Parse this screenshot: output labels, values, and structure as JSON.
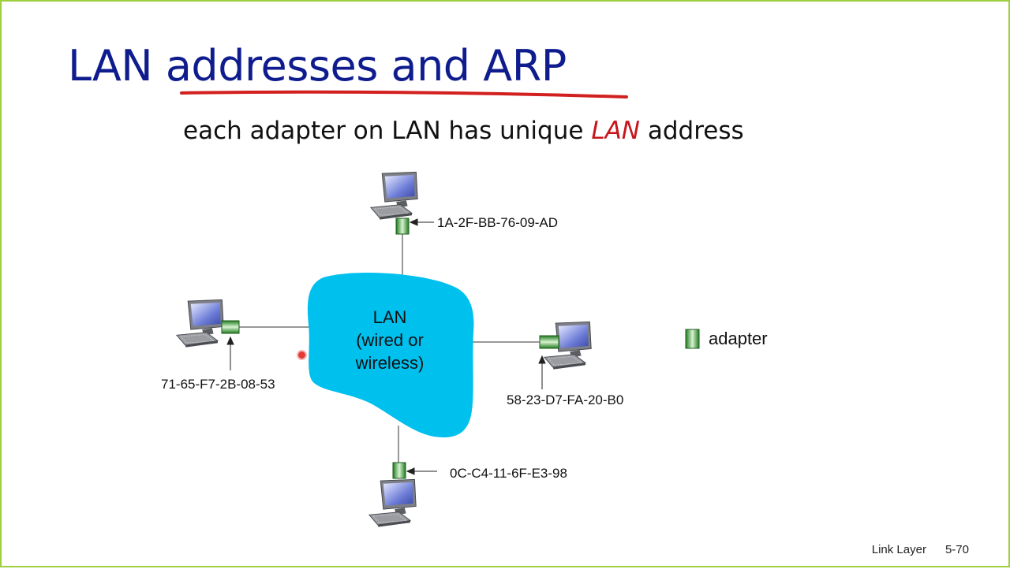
{
  "slide": {
    "title": "LAN addresses and ARP",
    "subtitle_prefix": "each adapter on LAN has unique ",
    "subtitle_emphasis": "LAN",
    "subtitle_suffix": " address",
    "accent_color": "#c8141c",
    "title_color": "#0f1c8e",
    "border_color": "#9fce3e"
  },
  "diagram": {
    "lan_label_line1": "LAN",
    "lan_label_line2": "(wired or",
    "lan_label_line3": "wireless)",
    "lan_color": "#00c0ee",
    "adapter_color": "#3aa33a",
    "nodes": [
      {
        "id": "top",
        "mac": "1A-2F-BB-76-09-AD"
      },
      {
        "id": "left",
        "mac": "71-65-F7-2B-08-53"
      },
      {
        "id": "right",
        "mac": "58-23-D7-FA-20-B0"
      },
      {
        "id": "bottom",
        "mac": "0C-C4-11-6F-E3-98"
      }
    ],
    "legend_label": "adapter"
  },
  "footer": {
    "section": "Link Layer",
    "page": "5-70"
  }
}
